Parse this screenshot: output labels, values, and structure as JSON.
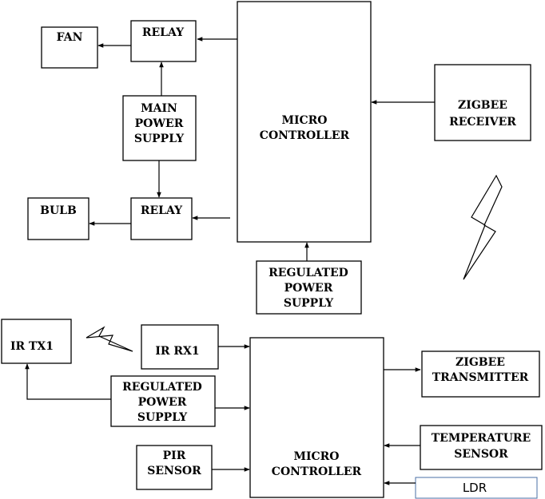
{
  "colors": {
    "stroke": "#000000",
    "background": "#ffffff",
    "ldr_border": "#4a6fa5"
  },
  "receiver_unit": {
    "fan": "FAN",
    "relay_top": "RELAY",
    "main_power_supply": [
      "MAIN",
      "POWER",
      "SUPPLY"
    ],
    "micro_controller": [
      "MICRO",
      "CONTROLLER"
    ],
    "zigbee_receiver": [
      "ZIGBEE",
      "RECEIVER"
    ],
    "bulb": "BULB",
    "relay_bottom": "RELAY",
    "regulated_power_supply": [
      "REGULATED",
      "POWER",
      "SUPPLY"
    ]
  },
  "transmitter_unit": {
    "ir_tx1": "IR TX1",
    "ir_rx1": "IR RX1",
    "regulated_power_supply": [
      "REGULATED",
      "POWER",
      "SUPPLY"
    ],
    "pir_sensor": [
      "PIR",
      "SENSOR"
    ],
    "micro_controller": [
      "MICRO",
      "CONTROLLER"
    ],
    "zigbee_transmitter": [
      "ZIGBEE",
      "TRANSMITTER"
    ],
    "temperature_sensor": [
      "TEMPERATURE",
      "SENSOR"
    ],
    "ldr": "LDR"
  },
  "icons": {
    "wireless_link": "lightning-bolt-icon",
    "ir_link": "lightning-bolt-icon"
  }
}
